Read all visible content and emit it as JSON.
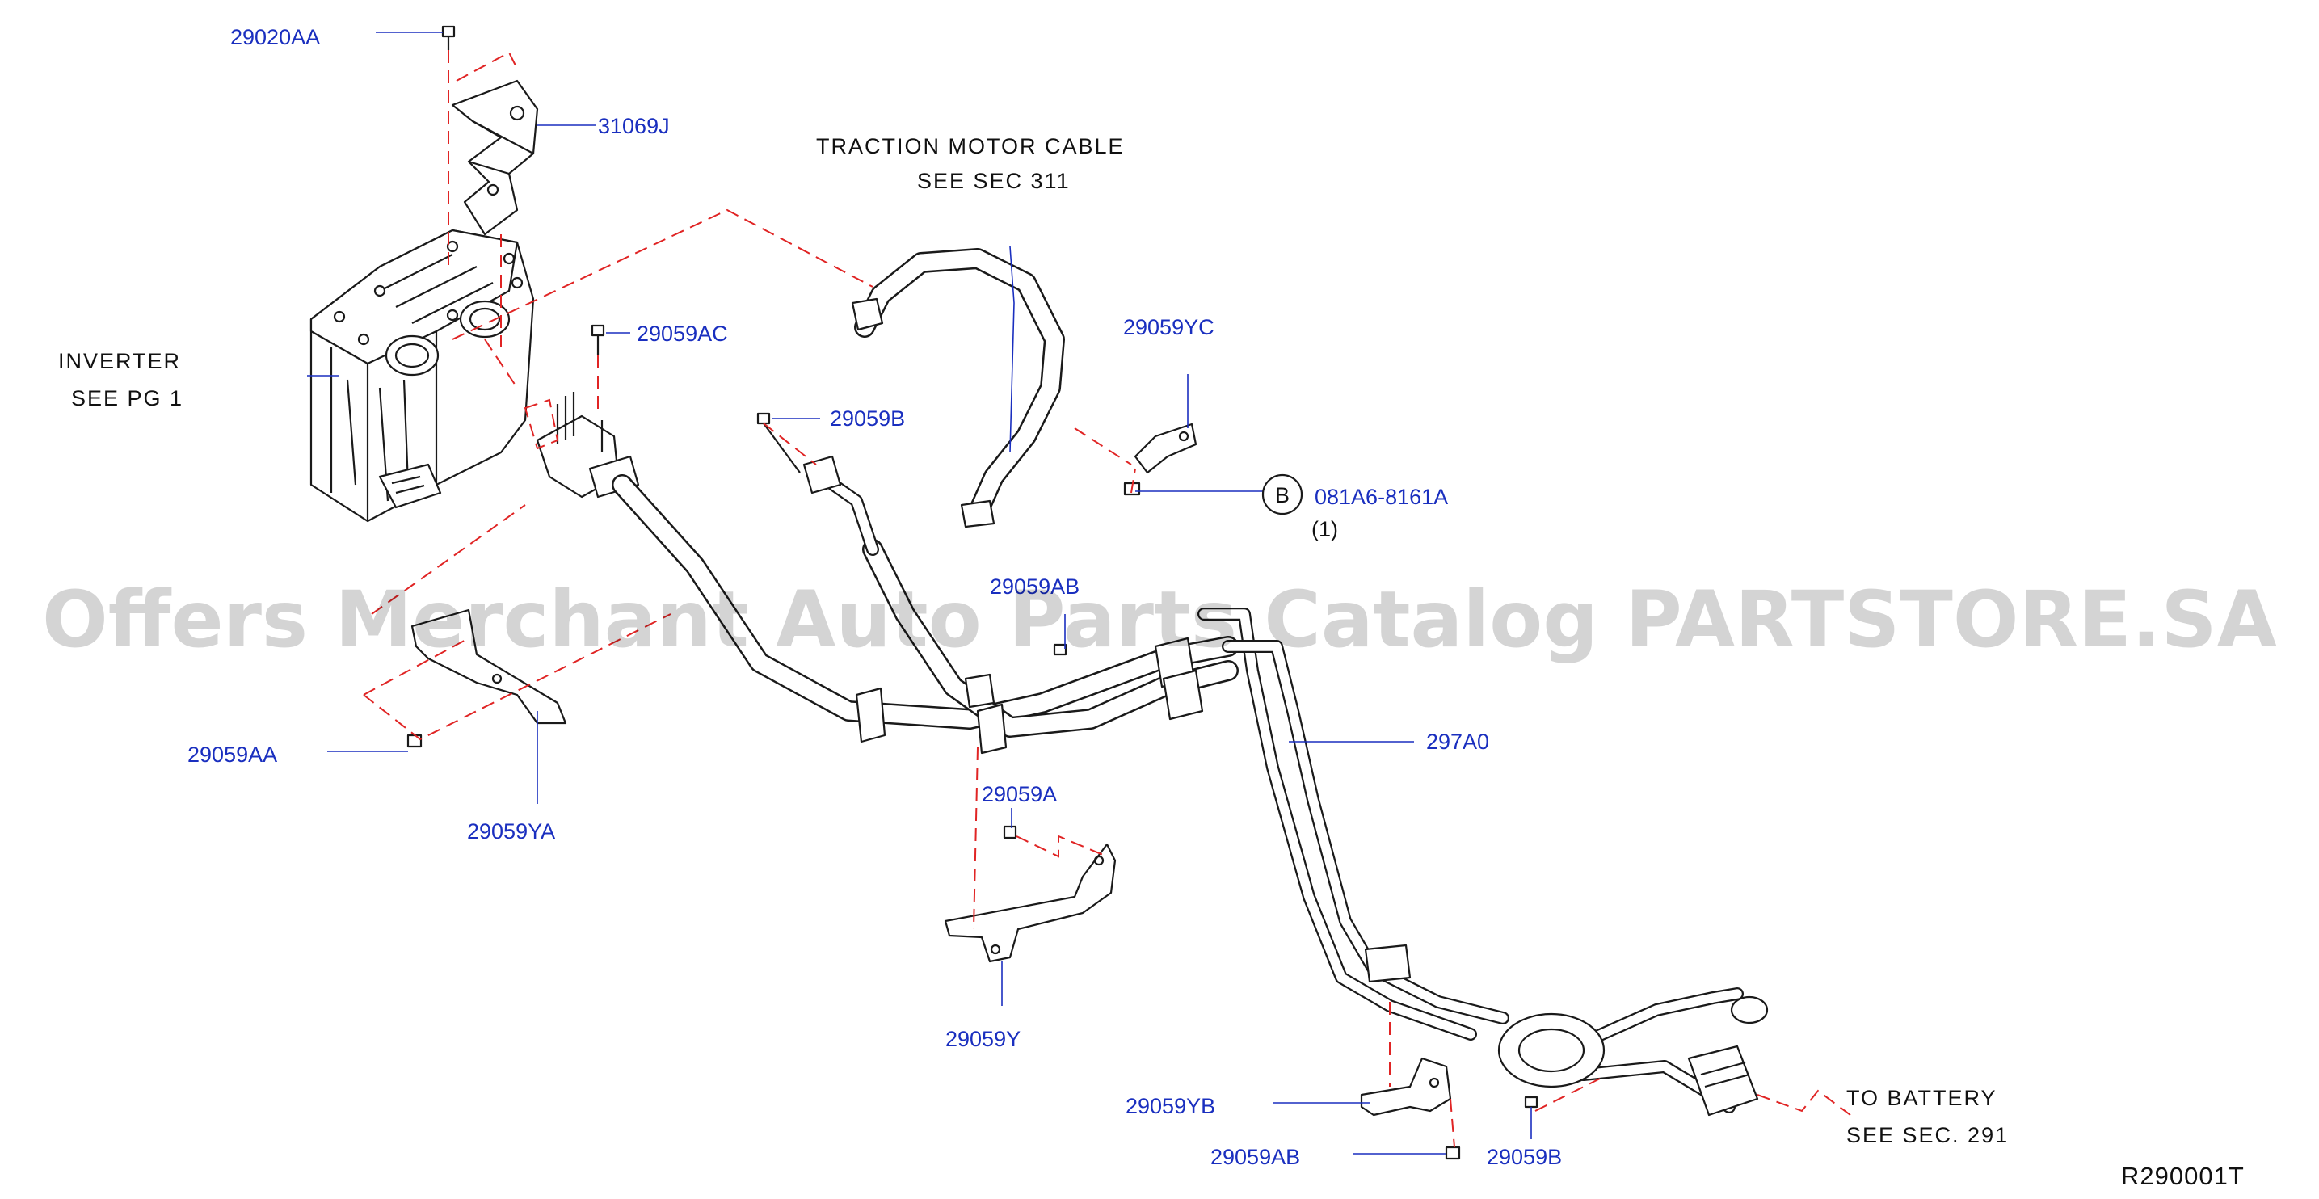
{
  "diagram": {
    "watermark": "Offers Merchant Auto Parts Catalog PARTSTORE.SA",
    "drawing_id": "R290001T",
    "callout_symbol": "B",
    "part_labels": {
      "p29020AA": "29020AA",
      "p31069J": "31069J",
      "p29059AC": "29059AC",
      "p29059B_top": "29059B",
      "p29059YC": "29059YC",
      "p081A6": "081A6-8161A",
      "p081A6_qty": "(1)",
      "p29059AB_top": "29059AB",
      "p297A0": "297A0",
      "p29059AA": "29059AA",
      "p29059YA": "29059YA",
      "p29059A": "29059A",
      "p29059Y": "29059Y",
      "p29059YB": "29059YB",
      "p29059AB_bottom": "29059AB",
      "p29059B_bottom": "29059B"
    },
    "notes": {
      "traction_line1": "TRACTION  MOTOR  CABLE",
      "traction_line2": "SEE  SEC  311",
      "inverter_line1": "INVERTER",
      "inverter_line2": "SEE  PG  1",
      "battery_line1": "TO  BATTERY",
      "battery_line2": "SEE  SEC.   291"
    }
  }
}
